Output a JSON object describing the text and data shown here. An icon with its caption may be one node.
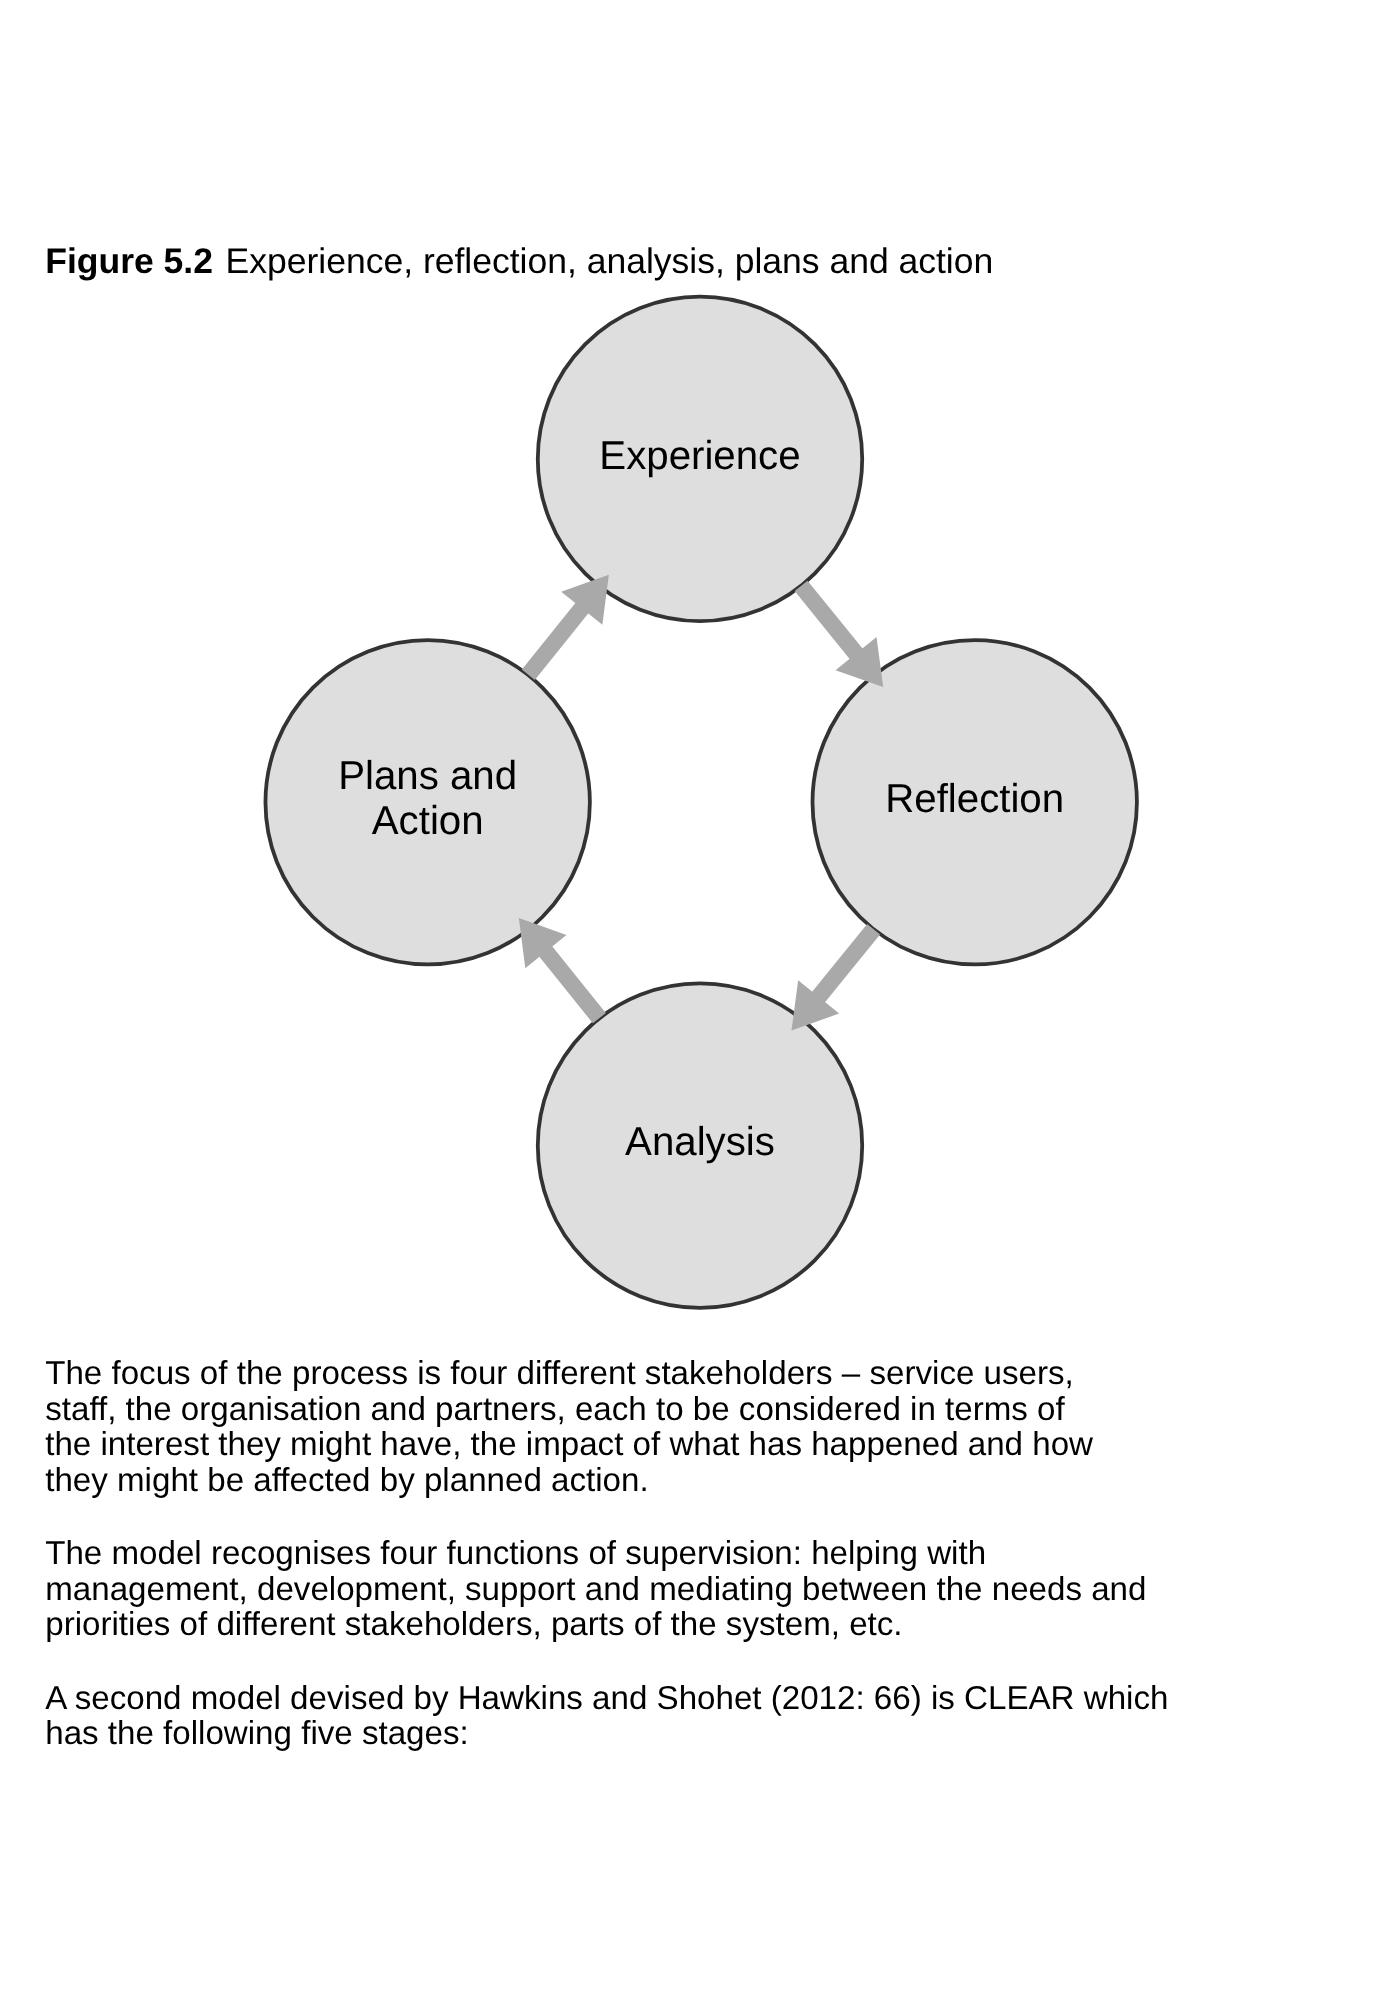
{
  "diagram": {
    "title": "**Figure 5.2** Experience, reflection, analysis, plans and action",
    "nodes": [
      {
        "text": [
          "Experience"
        ]
      },
      {
        "text": [
          "Plans and Action"
        ]
      },
      {
        "text": [
          "Reflection"
        ]
      },
      {
        "text": [
          "Analysis"
        ]
      }
    ],
    "edges": [
      {
        "from": 0,
        "to": 2,
        "arrow": "to"
      },
      {
        "from": 2,
        "to": 3,
        "arrow": "to"
      },
      {
        "from": 3,
        "to": 1,
        "arrow": "to"
      },
      {
        "from": 1,
        "to": 0,
        "arrow": "to"
      }
    ],
    "labels": [
      "The focus of the process is four different stakeholders – service users, staff, the organisation and partners, each to be considered in terms of the interest they might have, the impact of what has happened and how they might be affected by planned action.",
      "The model recognises four functions of supervision: helping with management, development, support and mediating between the needs and priorities of different stakeholders, parts of the system, etc.",
      "A second model devised by Hawkins and Shohet (2012: 66) is CLEAR which has the following five stages:"
    ]
  }
}
